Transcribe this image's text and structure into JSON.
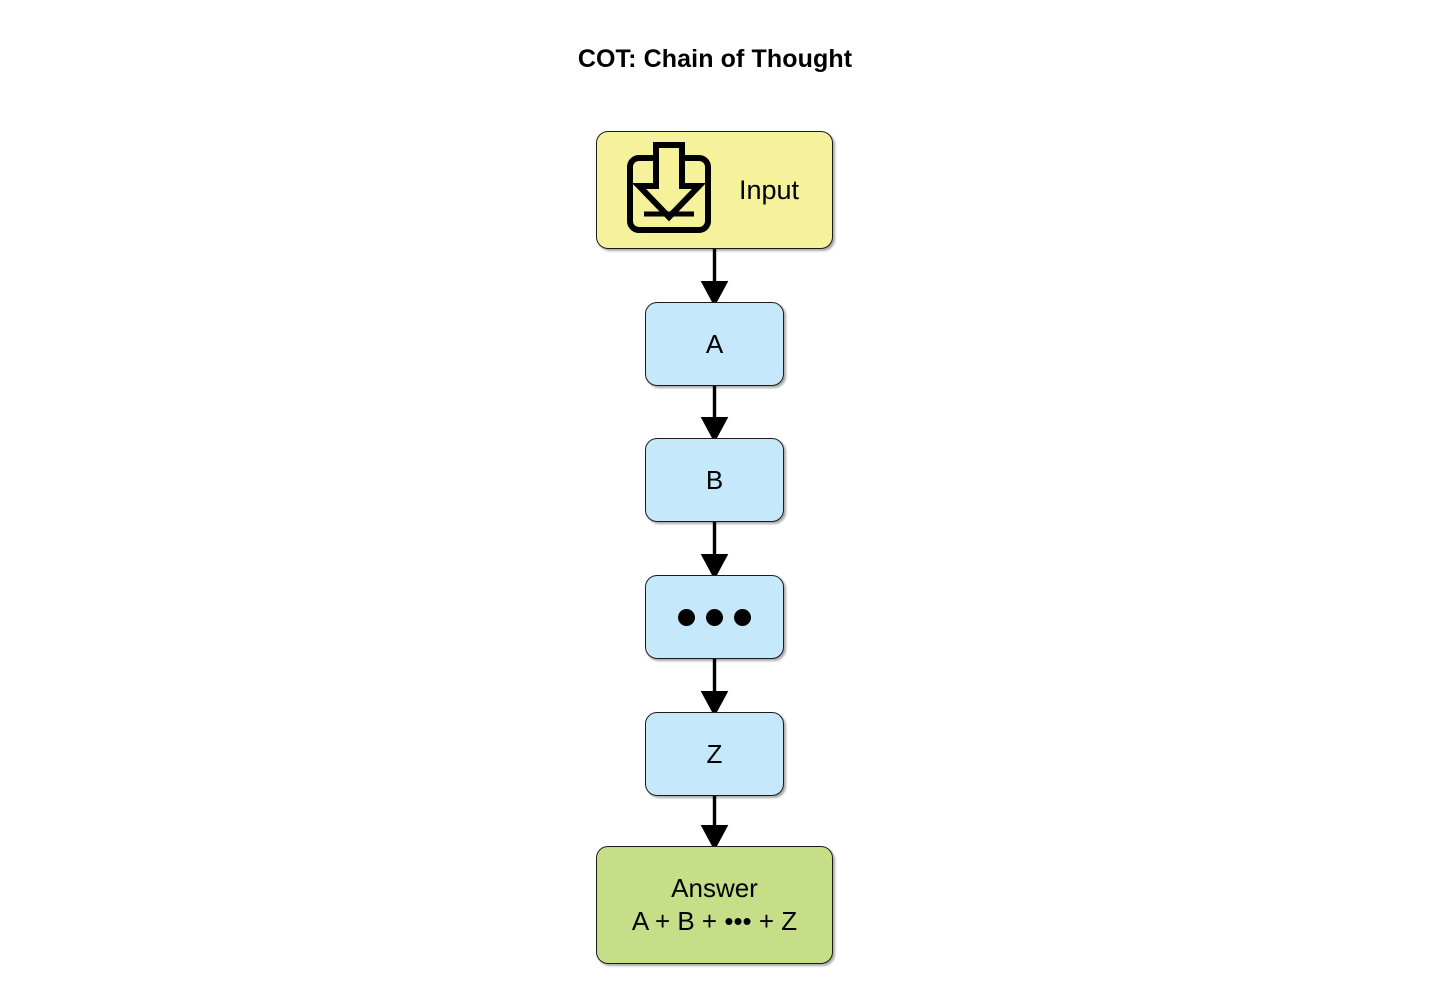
{
  "diagram": {
    "title": "COT: Chain of Thought",
    "background_color": "#ffffff",
    "type": "flowchart",
    "orientation": "vertical",
    "nodes": [
      {
        "id": "input",
        "label": "Input",
        "icon": "download-arrow-icon",
        "fill": "#f6f19b",
        "stroke": "#1b1b1b",
        "shape": "rounded-rectangle"
      },
      {
        "id": "a",
        "label": "A",
        "fill": "#c6e8fb",
        "stroke": "#1b1b1b",
        "shape": "rounded-rectangle"
      },
      {
        "id": "b",
        "label": "B",
        "fill": "#c6e8fb",
        "stroke": "#1b1b1b",
        "shape": "rounded-rectangle"
      },
      {
        "id": "dots",
        "label": "•••",
        "dot_count": 3,
        "fill": "#c6e8fb",
        "stroke": "#1b1b1b",
        "shape": "rounded-rectangle"
      },
      {
        "id": "z",
        "label": "Z",
        "fill": "#c6e8fb",
        "stroke": "#1b1b1b",
        "shape": "rounded-rectangle"
      },
      {
        "id": "answer",
        "label_line1": "Answer",
        "label_line2": "A + B + ••• + Z",
        "fill": "#c7de89",
        "stroke": "#1b1b1b",
        "shape": "rounded-rectangle"
      }
    ],
    "edges": [
      {
        "from": "input",
        "to": "a",
        "style": "solid-arrow"
      },
      {
        "from": "a",
        "to": "b",
        "style": "solid-arrow"
      },
      {
        "from": "b",
        "to": "dots",
        "style": "solid-arrow"
      },
      {
        "from": "dots",
        "to": "z",
        "style": "solid-arrow"
      },
      {
        "from": "z",
        "to": "answer",
        "style": "solid-arrow"
      }
    ],
    "edge_color": "#000000"
  }
}
